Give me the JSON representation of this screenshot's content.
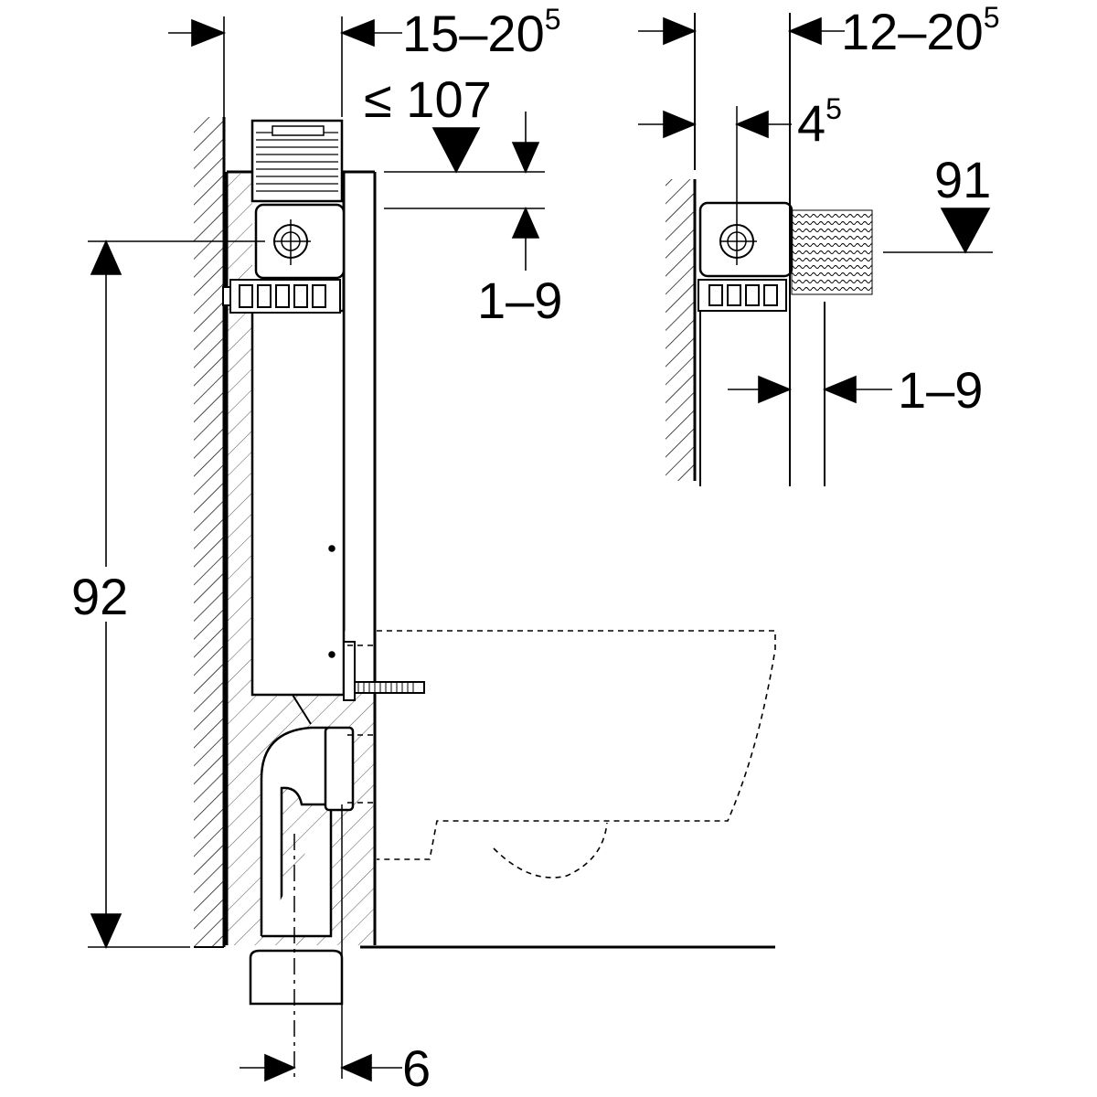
{
  "labels": {
    "top_left_dimension": "15–20",
    "top_left_dimension_sup": "5",
    "top_right_dimension": "12–20",
    "top_right_dimension_sup": "5",
    "max_height": "≤ 107",
    "adjust_left": "1–9",
    "small_offset": "4",
    "small_offset_sup": "5",
    "right_height": "91",
    "adjust_right": "1–9",
    "total_height": "92",
    "bottom_offset": "6"
  }
}
